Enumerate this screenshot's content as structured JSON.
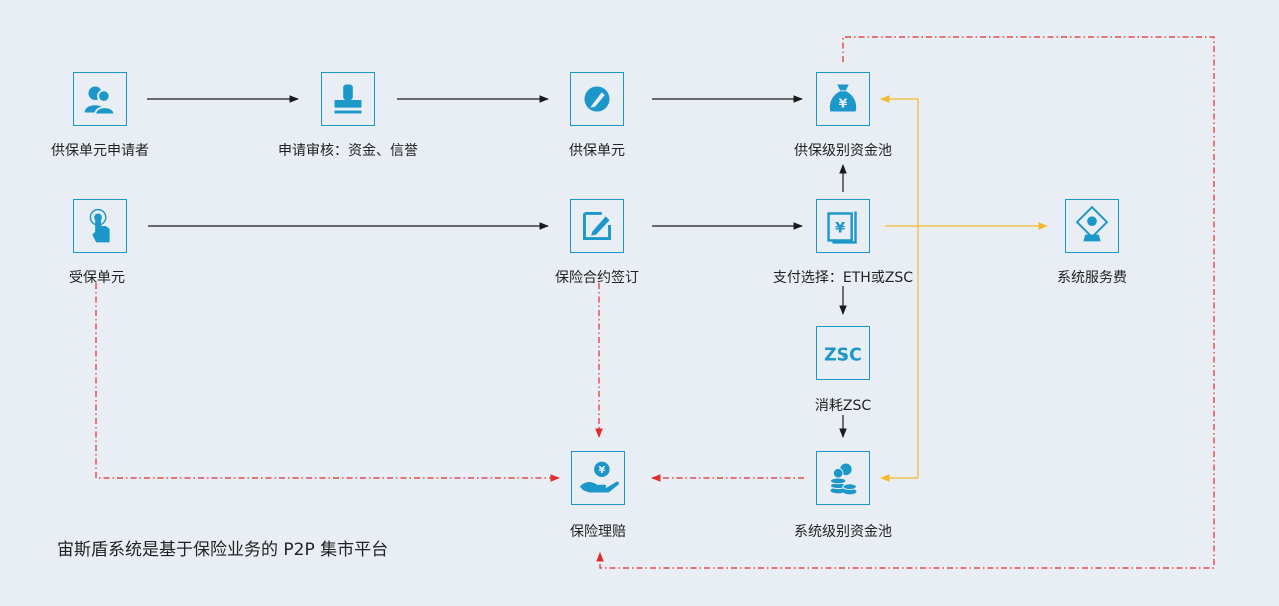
{
  "nodes": {
    "applicant": "供保单元申请者",
    "review": "申请审核：资金、信誉",
    "unit": "供保单元",
    "pool_level": "供保级别资金池",
    "insured": "受保单元",
    "contract": "保险合约签订",
    "payment": "支付选择：ETH或ZSC",
    "service_fee": "系统服务费",
    "consume": "消耗ZSC",
    "claim": "保险理赔",
    "system_pool": "系统级别资金池"
  },
  "icon_text": {
    "zsc": "ZSC",
    "yen": "¥"
  },
  "footer": "宙斯盾系统是基于保险业务的 P2P 集市平台",
  "colors": {
    "accent": "#1c97c9",
    "black_arrow": "#1a1a1a",
    "yellow_arrow": "#f5b82e",
    "red_dash": "#e22b2b",
    "background": "#e9eef4"
  }
}
